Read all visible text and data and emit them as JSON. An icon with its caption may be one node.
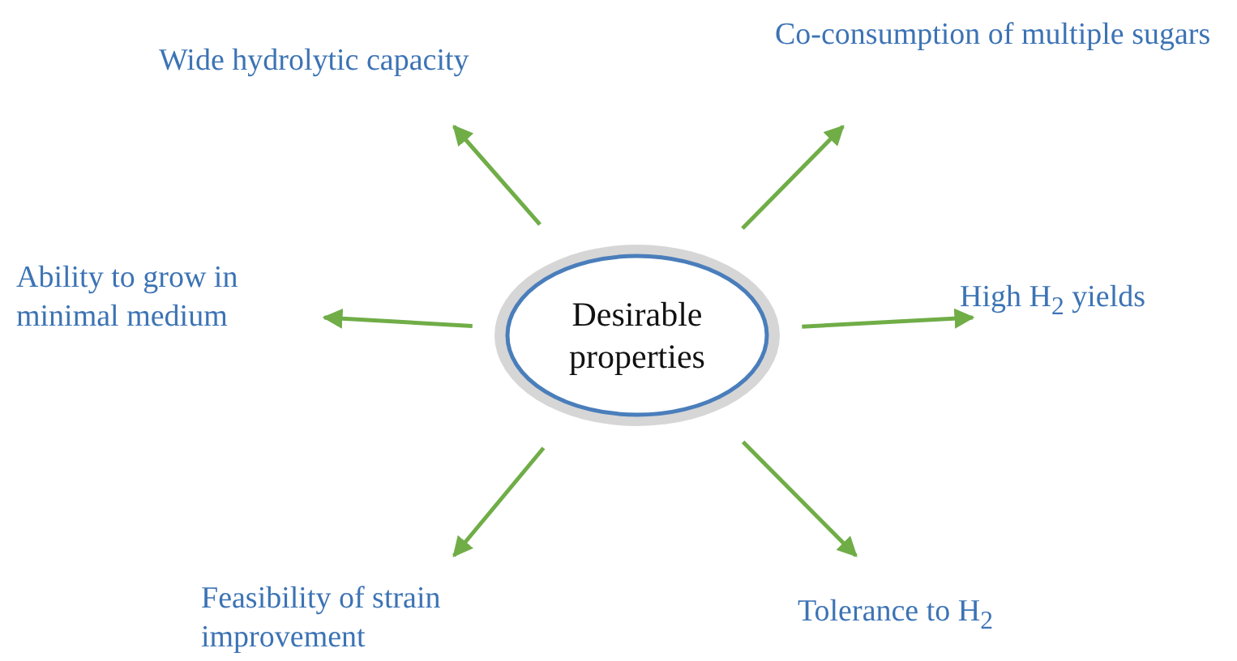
{
  "diagram": {
    "nodes": [
      {
        "text": [
          "Desirable properties"
        ]
      },
      {
        "text": [
          "Wide hydrolytic capacity"
        ]
      },
      {
        "text": [
          "Co-consumption of multiple sugars"
        ]
      },
      {
        "text": [
          "Ability to grow in minimal medium"
        ]
      },
      {
        "text": [
          "High H$_{2}$ yields"
        ]
      },
      {
        "text": [
          "Feasibility of strain improvement"
        ]
      },
      {
        "text": [
          "Tolerance to H$_{2}$"
        ]
      }
    ],
    "edges": [
      {
        "from": 0,
        "to": 1,
        "arrow": "to"
      },
      {
        "from": 0,
        "to": 2,
        "arrow": "to"
      },
      {
        "from": 0,
        "to": 3,
        "arrow": "to"
      },
      {
        "from": 0,
        "to": 4,
        "arrow": "to"
      },
      {
        "from": 0,
        "to": 5,
        "arrow": "to"
      },
      {
        "from": 0,
        "to": 6,
        "arrow": "to"
      }
    ]
  }
}
